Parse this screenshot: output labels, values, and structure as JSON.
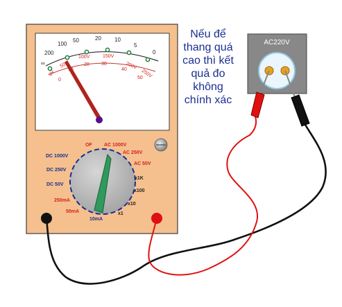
{
  "caption": {
    "lines": [
      "Nếu để",
      "thang  quá",
      "cao thì kết",
      "quả đo",
      "không",
      "chính xác"
    ]
  },
  "outlet": {
    "label": "AC220V"
  },
  "meter": {
    "scale_top": [
      "∞",
      "200",
      "100",
      "50",
      "20",
      "10",
      "5",
      "0"
    ],
    "scale_ac": [
      "0V",
      "50V",
      "100V",
      "150V",
      "200V",
      "250V"
    ],
    "scale_ac_sub": [
      "0",
      "10",
      "20",
      "30",
      "40",
      "50"
    ],
    "selector": {
      "of": "OF",
      "ac1000": "AC 1000V",
      "ac250": "AC 250V",
      "ac50": "AC 50V",
      "dc1000": "DC 1000V",
      "dc250": "DC 250V",
      "dc50": "DC 50V",
      "ma250": "250mA",
      "ma50": "50mA",
      "ma10": "10mA",
      "x1k": "x1K",
      "x100": "x100",
      "x10": "x10",
      "x1": "x1"
    }
  },
  "colors": {
    "body": "#f5c08e",
    "dial": "#bdbdbd",
    "pointer_knob": "#2e9a5b",
    "needle": "#b0231d",
    "label_red": "#d32020",
    "label_blue": "#1a2f8f",
    "caption": "#1a2f8f"
  }
}
